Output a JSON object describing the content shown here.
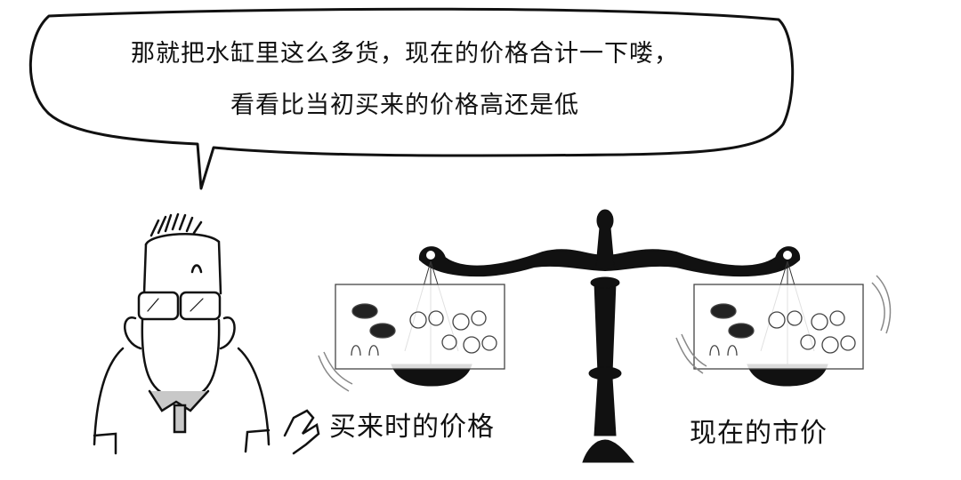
{
  "speech_bubble": {
    "line1": "那就把水缸里这么多货，现在的价格合计一下喽，",
    "line2": "看看比当初买来的价格高还是低"
  },
  "scale": {
    "left_pan": {
      "label": "买来时的价格",
      "contents": "fish-tank-icon"
    },
    "right_pan": {
      "label": "现在的市价",
      "contents": "fish-tank-icon"
    }
  },
  "character": {
    "description": "man-with-glasses-gesturing"
  },
  "colors": {
    "ink": "#111111",
    "background": "#ffffff",
    "collar_gray": "#c8c8c8"
  }
}
